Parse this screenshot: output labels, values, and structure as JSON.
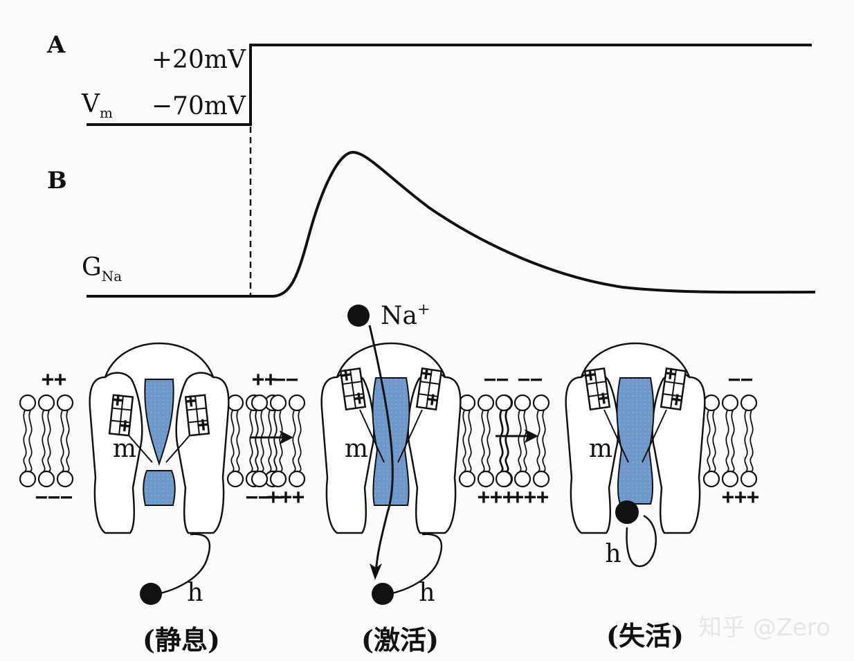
{
  "panels": {
    "a_label": "A",
    "b_label": "B"
  },
  "voltage": {
    "vm_label": "V",
    "vm_sub": "m",
    "high": "+20mV",
    "low": "−70mV"
  },
  "conductance": {
    "label": "G",
    "sub": "Na"
  },
  "ion": {
    "label": "Na",
    "charge": "+"
  },
  "gates": {
    "activation": "m",
    "inactivation": "h"
  },
  "charges": {
    "plus_pair": "++",
    "minus_pair": "−−",
    "plus_triple": "+++",
    "minus_triple": "−−−"
  },
  "states": [
    "(静息)",
    "(激活)",
    "(失活)"
  ],
  "watermark": "知乎 @Zero",
  "colors": {
    "pore": "#6f98c8",
    "ink": "#111111"
  }
}
